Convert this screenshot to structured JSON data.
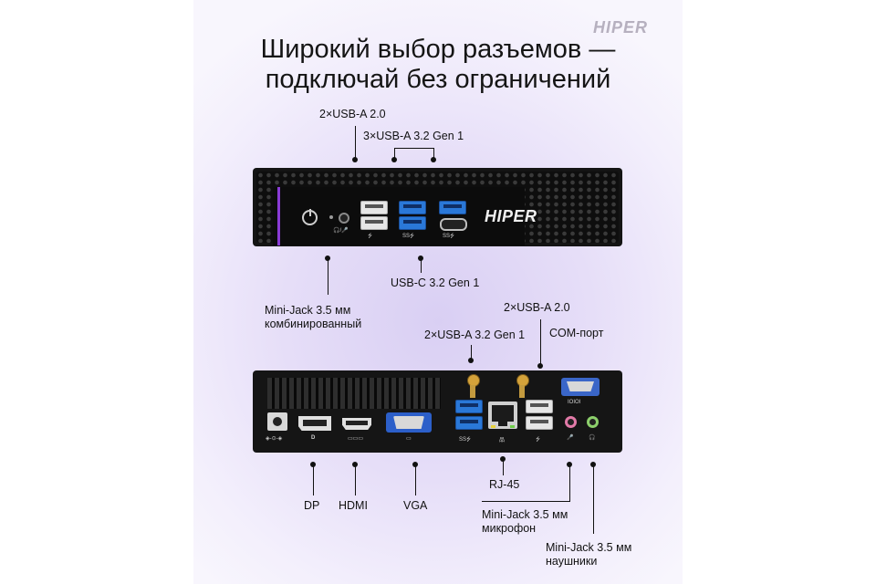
{
  "brand": {
    "corner_logo": "HIPER",
    "device_logo": "HIPER"
  },
  "title": {
    "line1": "Широкий выбор разъемов —",
    "line2": "подключай без ограничений"
  },
  "front_labels": {
    "usb_a_20": "2×USB-A 2.0",
    "usb_a_32": "3×USB-A 3.2 Gen 1",
    "usb_c": "USB-C 3.2 Gen 1",
    "minijack_combo_1": "Mini-Jack 3.5 мм",
    "minijack_combo_2": "комбинированный"
  },
  "rear_labels": {
    "usb_a_20": "2×USB-A 2.0",
    "usb_a_32": "2×USB-A 3.2 Gen 1",
    "com": "COM-порт",
    "dp": "DP",
    "hdmi": "HDMI",
    "vga": "VGA",
    "rj45": "RJ-45",
    "mic_1": "Mini-Jack 3.5 мм",
    "mic_2": "микрофон",
    "head_1": "Mini-Jack 3.5 мм",
    "head_2": "наушники"
  },
  "device_marks": {
    "ss_front": "SS⭍",
    "ss_front_c": "SS⭍",
    "usb_mark": "⭍",
    "ss_rear": "SS⭍",
    "usb_rear": "⭍",
    "com_text": "IOIOI",
    "dp_mark": "D",
    "vga_mark": "▭",
    "lan_mark": "品",
    "mic_mark": "🎤",
    "head_mark": "🎧",
    "power_mark": "◈-⊙-◈",
    "audio_front_mark": "🎧/🎤"
  },
  "colors": {
    "accent_purple": "#8a3bd6",
    "usb3_blue": "#2a78d8",
    "mic_pink": "#e27aa8",
    "headphone_green": "#8ccf6b",
    "vga_blue": "#2c5fc9",
    "com_blue": "#3a66c8"
  }
}
